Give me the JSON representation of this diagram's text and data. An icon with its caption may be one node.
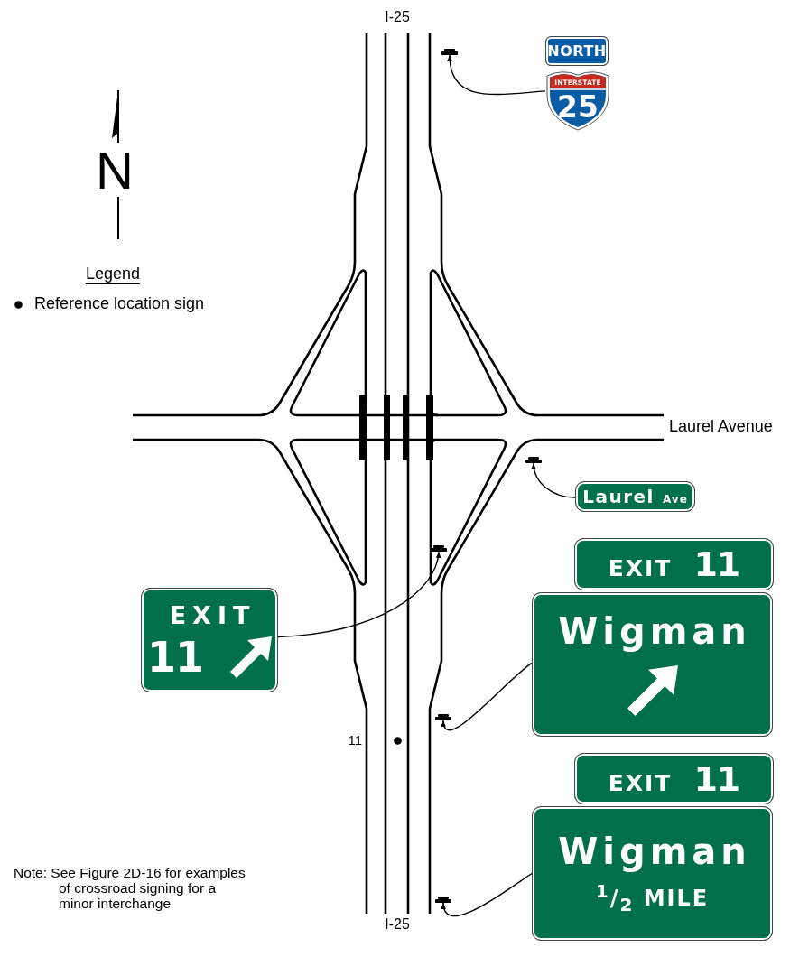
{
  "diagram": {
    "nodes": [
      {
        "text": [
          "NORTH"
        ]
      },
      {
        "text": [
          "INTERSTATE",
          "25"
        ]
      },
      {
        "text": [],
        "shape": "bar"
      },
      {
        "text": [
          "Laurel",
          "Ave"
        ]
      },
      {
        "text": [],
        "shape": "bar"
      },
      {
        "text": [
          "EXIT",
          "11"
        ]
      },
      {
        "text": [],
        "shape": "bar"
      },
      {
        "text": [
          "EXIT",
          "11"
        ]
      },
      {
        "text": [
          "Wigman"
        ]
      },
      {
        "text": [],
        "shape": "bar"
      },
      {
        "text": [
          "EXIT",
          "11"
        ]
      },
      {
        "text": [
          "Wigman",
          "$^{1}$/$_{2}$ MILE"
        ]
      },
      {
        "text": [],
        "shape": "bar"
      }
    ],
    "edges": [
      {
        "from": 1,
        "to": 2,
        "arrow": "to"
      },
      {
        "from": 3,
        "to": 4,
        "arrow": "to"
      },
      {
        "from": 5,
        "to": 6,
        "arrow": "to"
      },
      {
        "from": 8,
        "to": 9,
        "arrow": "to"
      },
      {
        "from": 11,
        "to": 12,
        "arrow": "to"
      }
    ],
    "labels": [
      "I-25",
      "N",
      "Legend",
      "Laurel Avenue",
      "11",
      "Note: See Figure 2D-16 for examples of crossroad signing for a minor interchange",
      "I-25"
    ],
    "legend": [
      {
        "text": "Reference location sign"
      }
    ]
  }
}
